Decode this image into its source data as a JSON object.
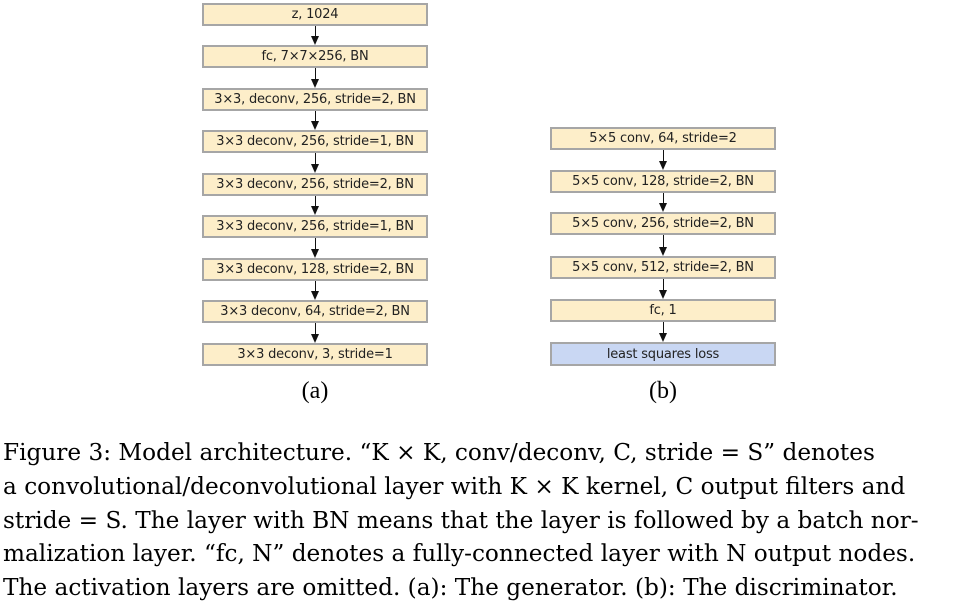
{
  "figure": {
    "generator": {
      "sublabel": "(a)",
      "blocks": [
        "z, 1024",
        "fc, 7×7×256, BN",
        "3×3, deconv, 256, stride=2, BN",
        "3×3 deconv, 256, stride=1, BN",
        "3×3 deconv, 256, stride=2, BN",
        "3×3 deconv, 256, stride=1, BN",
        "3×3 deconv, 128, stride=2, BN",
        "3×3 deconv, 64, stride=2, BN",
        "3×3 deconv, 3, stride=1"
      ]
    },
    "discriminator": {
      "sublabel": "(b)",
      "blocks": [
        "5×5 conv, 64, stride=2",
        "5×5 conv, 128, stride=2, BN",
        "5×5 conv, 256, stride=2, BN",
        "5×5 conv, 512, stride=2, BN",
        "fc, 1",
        "least squares loss"
      ]
    },
    "colors": {
      "block_fill": "#fdeec9",
      "loss_fill": "#c9d7f3",
      "block_border": "#a6a6a6"
    }
  },
  "caption": {
    "lines": [
      "Figure 3: Model architecture. “K × K, conv/deconv, C, stride = S” denotes",
      "a convolutional/deconvolutional layer with K × K kernel, C output filters and",
      "stride = S. The layer with BN means that the layer is followed by a batch nor-",
      "malization layer. “fc, N” denotes a fully-connected layer with N output nodes.",
      "The activation layers are omitted. (a): The generator. (b): The discriminator."
    ]
  }
}
